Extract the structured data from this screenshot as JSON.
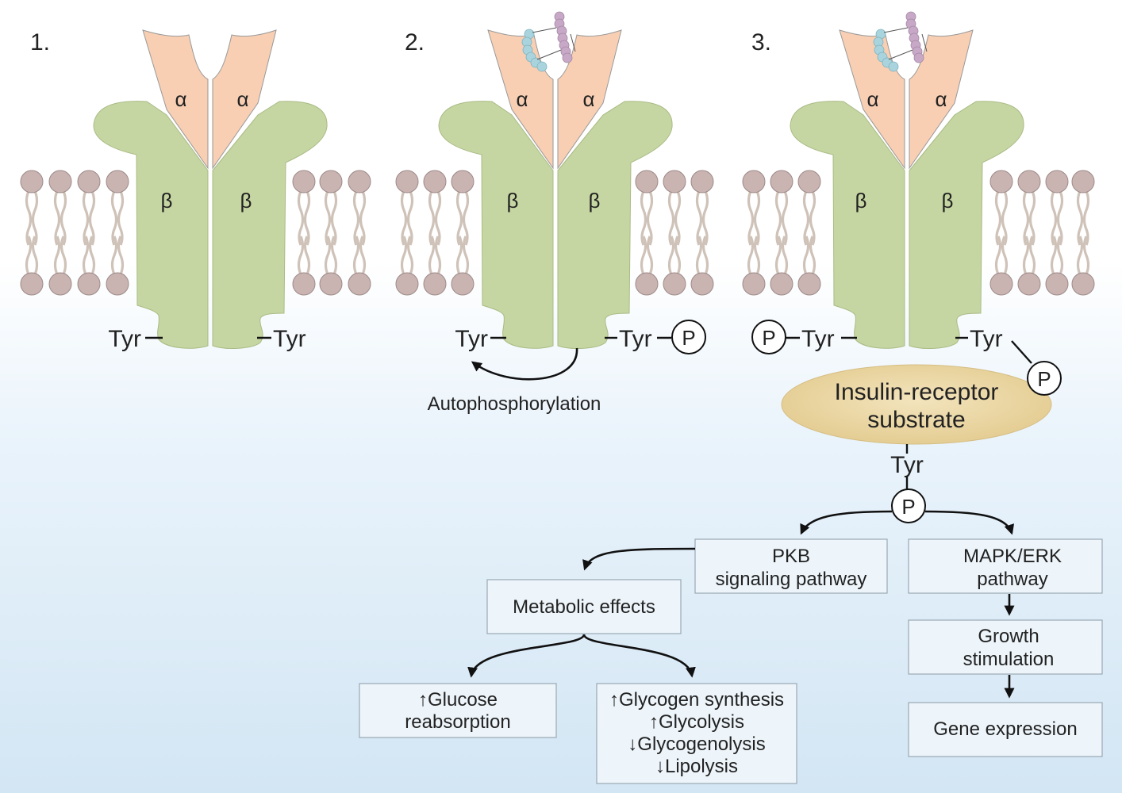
{
  "panels": [
    {
      "number": "1.",
      "alpha_left": "α",
      "alpha_right": "α",
      "beta_left": "β",
      "beta_right": "β",
      "tyr_left": "Tyr",
      "tyr_right": "Tyr"
    },
    {
      "number": "2.",
      "alpha_left": "α",
      "alpha_right": "α",
      "beta_left": "β",
      "beta_right": "β",
      "tyr_left": "Tyr",
      "tyr_right": "Tyr",
      "phosphate_right": "P",
      "caption": "Autophosphorylation"
    },
    {
      "number": "3.",
      "alpha_left": "α",
      "alpha_right": "α",
      "beta_left": "β",
      "beta_right": "β",
      "tyr_left": "Tyr",
      "tyr_right": "Tyr",
      "phosphate_left": "P",
      "phosphate_right": "P"
    }
  ],
  "substrate": {
    "line1": "Insulin-receptor",
    "line2": "substrate",
    "tyr": "Tyr",
    "phosphate": "P"
  },
  "boxes": {
    "pkb": {
      "line1": "PKB",
      "line2": "signaling pathway"
    },
    "mapk": {
      "line1": "MAPK/ERK",
      "line2": "pathway"
    },
    "metabolic": {
      "line1": "Metabolic effects"
    },
    "growth": {
      "line1": "Growth",
      "line2": "stimulation"
    },
    "gene": {
      "line1": "Gene expression"
    },
    "glucose": {
      "line1": "↑Glucose",
      "line2": "reabsorption"
    },
    "glycogen": {
      "line1": "↑Glycogen synthesis",
      "line2": "↑Glycolysis",
      "line3": "↓Glycogenolysis",
      "line4": "↓Lipolysis"
    }
  },
  "colors": {
    "alpha_subunit": "#f8cfb3",
    "beta_subunit": "#c6d6a2",
    "substrate_oval": "#ecd7a4",
    "box_fill": "#edf5fb",
    "insulin_chain_a": "#a9d4de",
    "insulin_chain_b": "#c8a8c7",
    "lipid_head": "#c9b4b2"
  }
}
